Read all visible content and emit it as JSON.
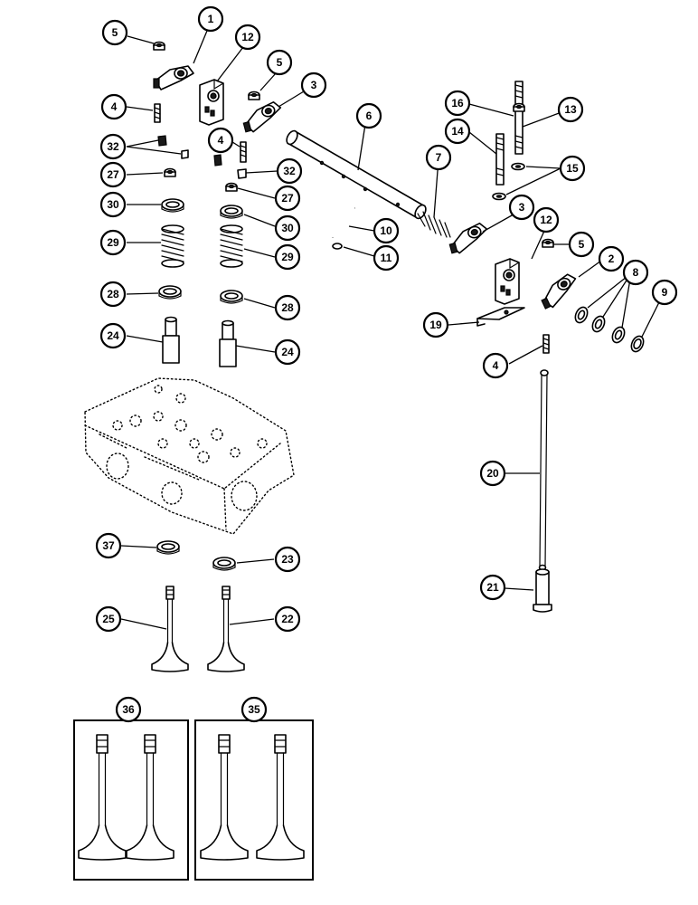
{
  "callouts": {
    "c1": "1",
    "c2": "2",
    "c3a": "3",
    "c3b": "3",
    "c4a": "4",
    "c4b": "4",
    "c4c": "4",
    "c5a": "5",
    "c5b": "5",
    "c5c": "5",
    "c6": "6",
    "c7": "7",
    "c8": "8",
    "c9": "9",
    "c10": "10",
    "c11": "11",
    "c12a": "12",
    "c12b": "12",
    "c13": "13",
    "c14": "14",
    "c15": "15",
    "c16": "16",
    "c19": "19",
    "c20": "20",
    "c21": "21",
    "c22": "22",
    "c23": "23",
    "c24a": "24",
    "c24b": "24",
    "c25": "25",
    "c27a": "27",
    "c27b": "27",
    "c28a": "28",
    "c28b": "28",
    "c29a": "29",
    "c29b": "29",
    "c30a": "30",
    "c30b": "30",
    "c32a": "32",
    "c32b": "32",
    "c35": "35",
    "c36": "36",
    "c37": "37"
  }
}
